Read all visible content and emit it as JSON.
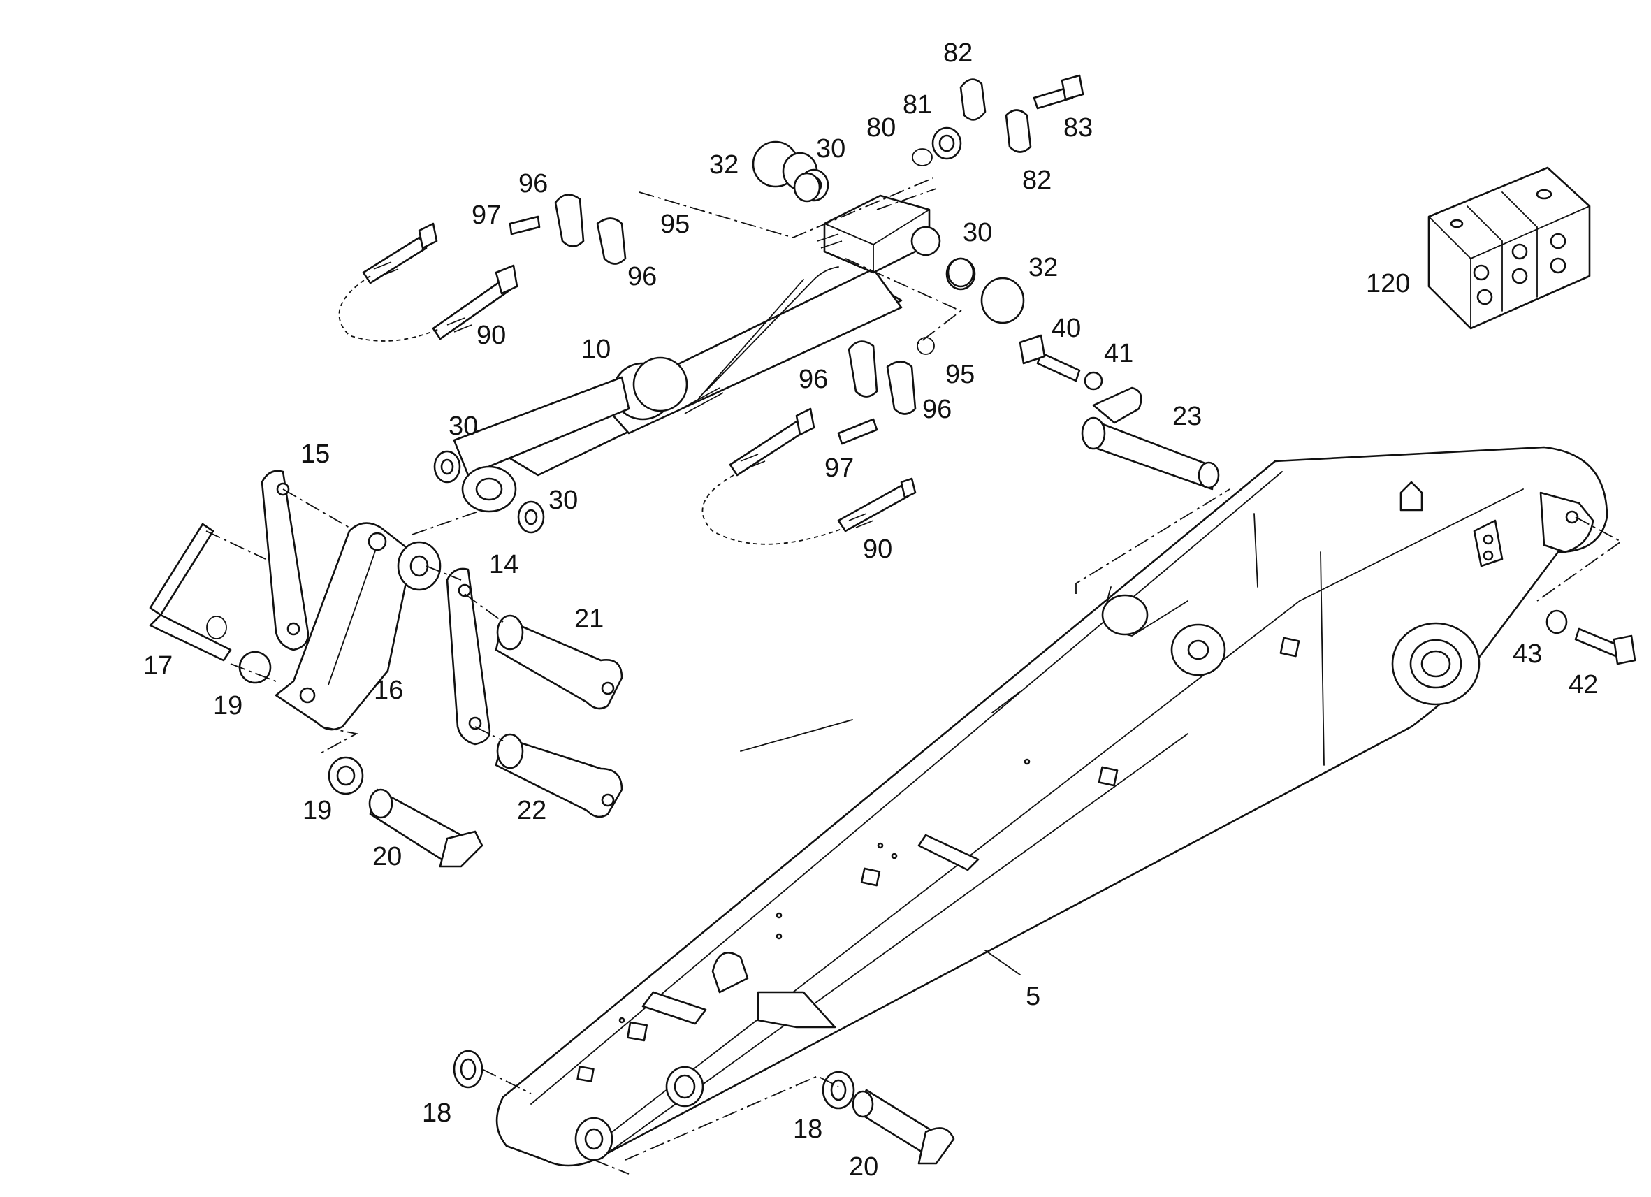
{
  "diagram": {
    "callouts": [
      {
        "id": "82a",
        "label": "82"
      },
      {
        "id": "81",
        "label": "81"
      },
      {
        "id": "80",
        "label": "80"
      },
      {
        "id": "83",
        "label": "83"
      },
      {
        "id": "82b",
        "label": "82"
      },
      {
        "id": "32a",
        "label": "32"
      },
      {
        "id": "30a",
        "label": "30"
      },
      {
        "id": "96a",
        "label": "96"
      },
      {
        "id": "97a",
        "label": "97"
      },
      {
        "id": "95a",
        "label": "95"
      },
      {
        "id": "96b",
        "label": "96"
      },
      {
        "id": "90a",
        "label": "90"
      },
      {
        "id": "30b",
        "label": "30"
      },
      {
        "id": "32b",
        "label": "32"
      },
      {
        "id": "120",
        "label": "120"
      },
      {
        "id": "10",
        "label": "10"
      },
      {
        "id": "40",
        "label": "40"
      },
      {
        "id": "41",
        "label": "41"
      },
      {
        "id": "96c",
        "label": "96"
      },
      {
        "id": "95b",
        "label": "95"
      },
      {
        "id": "96d",
        "label": "96"
      },
      {
        "id": "23",
        "label": "23"
      },
      {
        "id": "30c",
        "label": "30"
      },
      {
        "id": "97b",
        "label": "97"
      },
      {
        "id": "30d",
        "label": "30"
      },
      {
        "id": "15",
        "label": "15"
      },
      {
        "id": "90b",
        "label": "90"
      },
      {
        "id": "14",
        "label": "14"
      },
      {
        "id": "21",
        "label": "21"
      },
      {
        "id": "17",
        "label": "17"
      },
      {
        "id": "16",
        "label": "16"
      },
      {
        "id": "19a",
        "label": "19"
      },
      {
        "id": "43",
        "label": "43"
      },
      {
        "id": "42",
        "label": "42"
      },
      {
        "id": "19b",
        "label": "19"
      },
      {
        "id": "22",
        "label": "22"
      },
      {
        "id": "20a",
        "label": "20"
      },
      {
        "id": "5",
        "label": "5"
      },
      {
        "id": "18a",
        "label": "18"
      },
      {
        "id": "18b",
        "label": "18"
      },
      {
        "id": "20b",
        "label": "20"
      }
    ]
  }
}
